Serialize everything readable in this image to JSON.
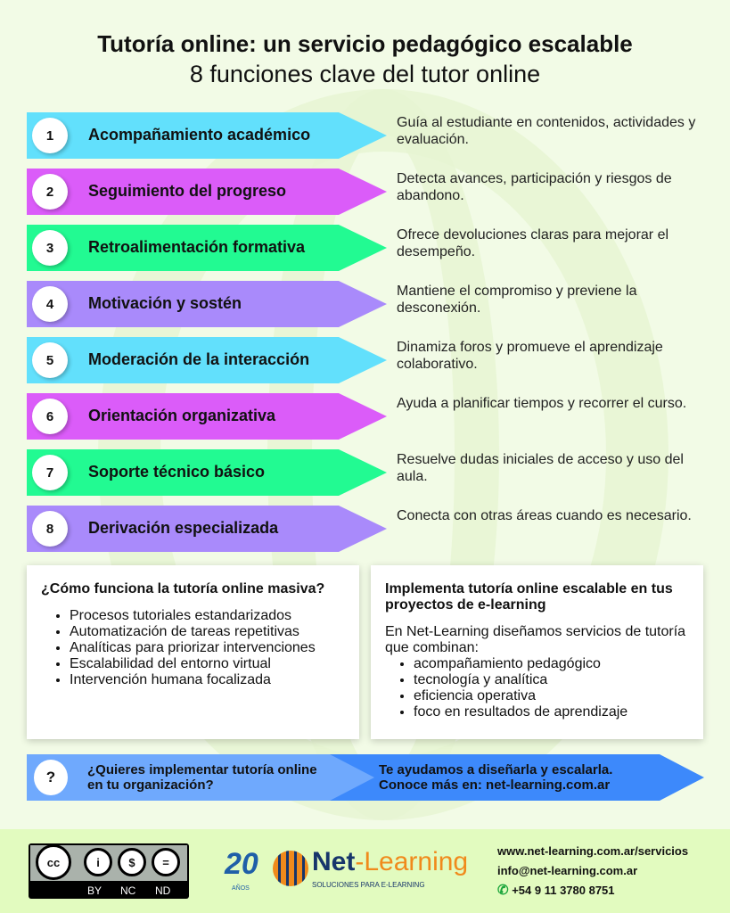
{
  "title": "Tutoría online: un servicio pedagógico escalable",
  "subtitle": "8 funciones clave del tutor online",
  "functions": [
    {
      "n": "1",
      "label": "Acompañamiento académico",
      "desc": "Guía al estudiante en contenidos, actividades y evaluación.",
      "color": "#62e0fc"
    },
    {
      "n": "2",
      "label": "Seguimiento del progreso",
      "desc": "Detecta avances, participación y riesgos de abandono.",
      "color": "#db5cf9"
    },
    {
      "n": "3",
      "label": "Retroalimentación formativa",
      "desc": "Ofrece devoluciones claras para mejorar el desempeño.",
      "color": "#22fa92"
    },
    {
      "n": "4",
      "label": "Motivación y sostén",
      "desc": "Mantiene el compromiso y previene la desconexión.",
      "color": "#a98afb"
    },
    {
      "n": "5",
      "label": "Moderación de la interacción",
      "desc": "Dinamiza foros y promueve el aprendizaje colaborativo.",
      "color": "#62e0fc"
    },
    {
      "n": "6",
      "label": "Orientación organizativa",
      "desc": "Ayuda a planificar tiempos y recorrer el curso.",
      "color": "#db5cf9"
    },
    {
      "n": "7",
      "label": "Soporte técnico básico",
      "desc": "Resuelve dudas iniciales de acceso y uso del aula.",
      "color": "#22fa92"
    },
    {
      "n": "8",
      "label": "Derivación especializada",
      "desc": "Conecta con otras áreas cuando es necesario.",
      "color": "#a98afb"
    }
  ],
  "left_box": {
    "title": "¿Cómo funciona la tutoría online masiva?",
    "items": [
      "Procesos tutoriales estandarizados",
      "Automatización de tareas repetitivas",
      "Analíticas para priorizar intervenciones",
      "Escalabilidad del entorno virtual",
      "Intervención humana focalizada"
    ]
  },
  "right_box": {
    "title": "Implementa tutoría online escalable en tus proyectos de e-learning",
    "intro": "En Net-Learning diseñamos servicios de tutoría que combinan:",
    "items": [
      "acompañamiento pedagógico",
      "tecnología y analítica",
      "eficiencia operativa",
      "foco en resultados de aprendizaje"
    ]
  },
  "cta": {
    "icon": "?",
    "question": "¿Quieres implementar tutoría online en tu organización?",
    "answer_line1": "Te ayudamos a diseñarla y escalarla.",
    "answer_line2": "Conoce más en: net-learning.com.ar"
  },
  "footer": {
    "license": {
      "cc": "cc",
      "by": "BY",
      "nc": "NC",
      "nd": "ND"
    },
    "logo": {
      "years": "20",
      "years_label": "AÑOS",
      "brand_a": "Net",
      "brand_b": "-Learning",
      "tagline": "SOLUCIONES PARA E-LEARNING"
    },
    "url": "www.net-learning.com.ar/servicios",
    "email": "info@net-learning.com.ar",
    "phone": "+54 9 11 3780 8751"
  }
}
